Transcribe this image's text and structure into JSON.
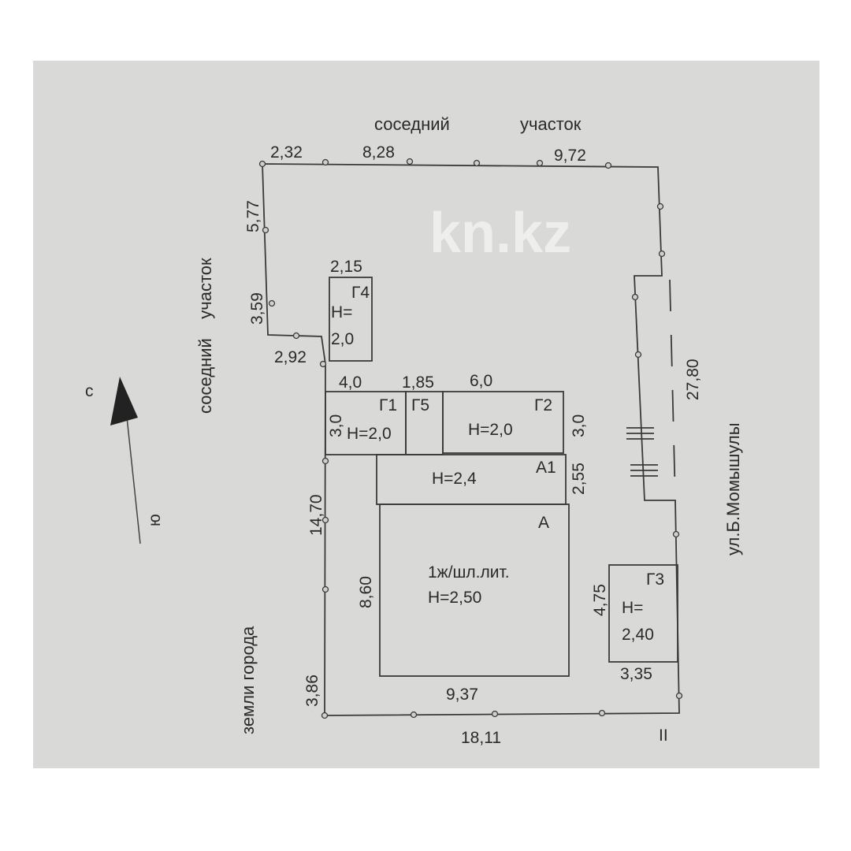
{
  "labels": {
    "north_neighbor": [
      "соседний",
      "участок"
    ],
    "west_neighbor": "соседний    участок",
    "city_land": "земли города",
    "street": "ул.Б.Момышулы",
    "compass_north": "с",
    "compass_south": "ю",
    "section_mark": "II",
    "watermark": "kn.kz"
  },
  "dimensions": {
    "top_1": "2,32",
    "top_2": "8,28",
    "top_3": "9,72",
    "left_1": "5,77",
    "left_2": "3,59",
    "step": "2,92",
    "left_3": "14,70",
    "left_4": "3,86",
    "bottom": "18,11",
    "right": "27,80",
    "g1_w": "4,0",
    "g5_w": "1,85",
    "g2_w": "6,0",
    "g1_h": "3,0",
    "g2_h": "3,0",
    "a1_h": "2,55",
    "a_h": "8,60",
    "a_w": "9,37",
    "g4_w": "2,15",
    "g3_h": "4,75",
    "g3_w": "3,35"
  },
  "buildings": {
    "g4": {
      "name": "Г4",
      "h1": "Н=",
      "h2": "2,0"
    },
    "g1": {
      "name": "Г1",
      "h": "Н=2,0"
    },
    "g5": {
      "name": "Г5"
    },
    "g2": {
      "name": "Г2",
      "h": "Н=2,0"
    },
    "a1": {
      "name": "А1",
      "h": "Н=2,4"
    },
    "a": {
      "name": "А",
      "desc": "1ж/шл.лит.",
      "h": "Н=2,50"
    },
    "g3": {
      "name": "Г3",
      "h1": "Н=",
      "h2": "2,40"
    }
  },
  "colors": {
    "photo_bg": "#d9d9d7",
    "building": "#c3c3c1",
    "yellow": "#cfc23a"
  }
}
